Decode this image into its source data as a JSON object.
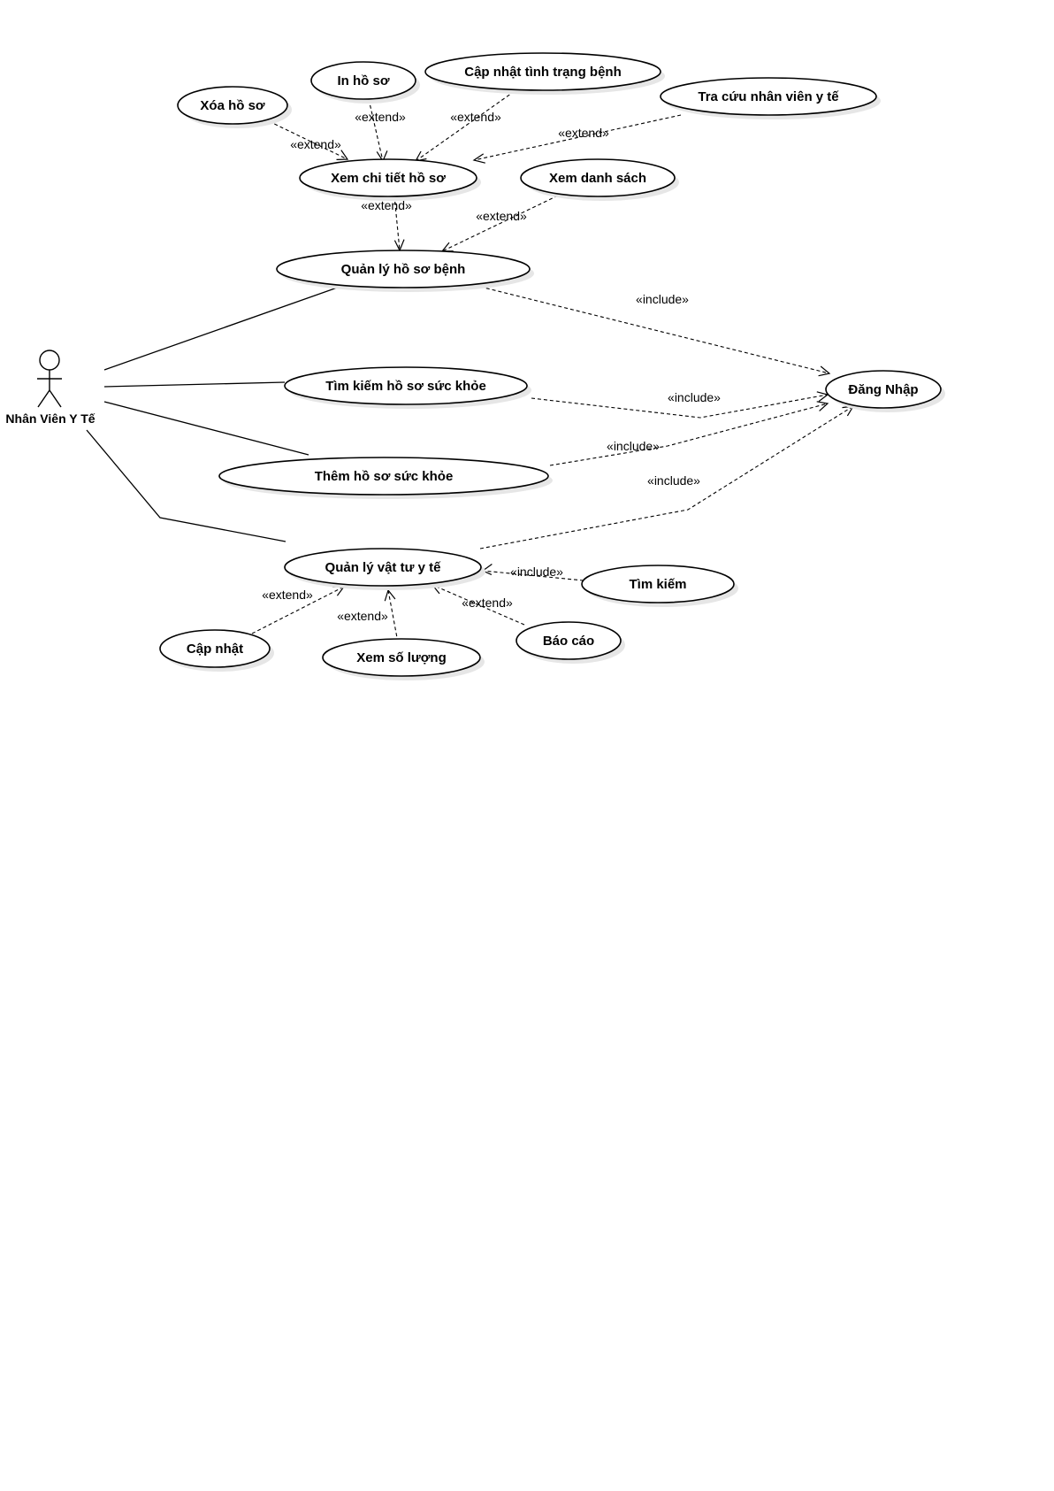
{
  "actor": {
    "name": "Nhân Viên Y Tế"
  },
  "use_cases": {
    "xoa_ho_so": "Xóa hồ sơ",
    "in_ho_so": "In hồ sơ",
    "cap_nhat_tinh_trang": "Cập nhật tình trạng bệnh",
    "tra_cuu_nhan_vien": "Tra cứu nhân viên y tế",
    "xem_chi_tiet": "Xem chi tiết hồ sơ",
    "xem_danh_sach": "Xem danh sách",
    "quan_ly_ho_so_benh": "Quản lý hồ sơ bệnh",
    "tim_kiem_ho_so": "Tìm kiếm hồ sơ sức khỏe",
    "them_ho_so": "Thêm hồ sơ sức khỏe",
    "dang_nhap": "Đăng Nhập",
    "quan_ly_vat_tu": "Quản lý vật tư y tế",
    "tim_kiem": "Tìm kiếm",
    "cap_nhat": "Cập nhật",
    "xem_so_luong": "Xem số lượng",
    "bao_cao": "Báo cáo"
  },
  "relations": [
    {
      "from": "xoa_ho_so",
      "to": "xem_chi_tiet",
      "type": "extend",
      "label": "«extend»"
    },
    {
      "from": "in_ho_so",
      "to": "xem_chi_tiet",
      "type": "extend",
      "label": "«extend»"
    },
    {
      "from": "cap_nhat_tinh_trang",
      "to": "xem_chi_tiet",
      "type": "extend",
      "label": "«extend»"
    },
    {
      "from": "tra_cuu_nhan_vien",
      "to": "xem_chi_tiet",
      "type": "extend",
      "label": "«extend»"
    },
    {
      "from": "xem_chi_tiet",
      "to": "quan_ly_ho_so_benh",
      "type": "extend",
      "label": "«extend»"
    },
    {
      "from": "xem_danh_sach",
      "to": "quan_ly_ho_so_benh",
      "type": "extend",
      "label": "«extend»"
    },
    {
      "from": "quan_ly_ho_so_benh",
      "to": "dang_nhap",
      "type": "include",
      "label": "«include»"
    },
    {
      "from": "tim_kiem_ho_so",
      "to": "dang_nhap",
      "type": "include",
      "label": "«include»"
    },
    {
      "from": "them_ho_so",
      "to": "dang_nhap",
      "type": "include",
      "label": "«include»"
    },
    {
      "from": "quan_ly_vat_tu",
      "to": "dang_nhap",
      "type": "include",
      "label": "«include»"
    },
    {
      "from": "tim_kiem",
      "to": "quan_ly_vat_tu",
      "type": "include",
      "label": "«include»"
    },
    {
      "from": "cap_nhat",
      "to": "quan_ly_vat_tu",
      "type": "extend",
      "label": "«extend»"
    },
    {
      "from": "xem_so_luong",
      "to": "quan_ly_vat_tu",
      "type": "extend",
      "label": "«extend»"
    },
    {
      "from": "bao_cao",
      "to": "quan_ly_vat_tu",
      "type": "extend",
      "label": "«extend»"
    }
  ],
  "associations": [
    "quan_ly_ho_so_benh",
    "tim_kiem_ho_so",
    "them_ho_so",
    "quan_ly_vat_tu"
  ]
}
